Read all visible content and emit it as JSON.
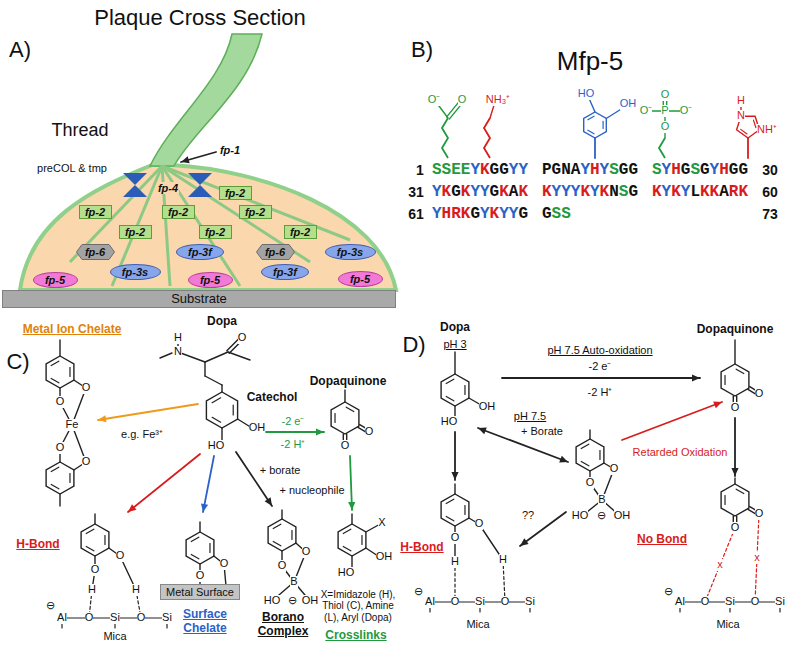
{
  "diagram": {
    "nodes": [
      {
        "text": [
          "fp-2"
        ]
      },
      {
        "text": [
          "fp-2"
        ]
      },
      {
        "text": [
          "fp-2"
        ]
      },
      {
        "text": [
          "fp-2"
        ]
      },
      {
        "text": [
          "fp-2"
        ]
      },
      {
        "text": [
          "fp-2"
        ]
      },
      {
        "text": [
          "fp-2"
        ]
      },
      {
        "text": [
          "fp-6"
        ]
      },
      {
        "text": [
          "fp-3f"
        ]
      },
      {
        "text": [
          "fp-6"
        ]
      },
      {
        "text": [
          "fp-3s"
        ]
      },
      {
        "text": [
          "fp-5"
        ]
      },
      {
        "text": [
          "fp-3s"
        ]
      },
      {
        "text": [
          "fp-5"
        ]
      },
      {
        "text": [
          "fp-3f"
        ]
      },
      {
        "text": [
          "fp-5"
        ]
      },
      {
        "text": [
          "Substrate"
        ]
      },
      {
        "text": [
          "Metal Surface"
        ]
      }
    ],
    "labels": [
      "Plaque Cross Section",
      "A)",
      "Thread",
      "preCOL & tmp",
      "fp-4",
      "fp-1",
      "B)",
      "Mfp-5",
      "O⁻",
      "O",
      "NH₃⁺",
      "HO",
      "OH",
      "O",
      "O⁻",
      "P",
      "O⁻",
      "O",
      "H",
      "N",
      "NH⁺",
      "1",
      "SSEEYKGGYY",
      "PGNAYHYSGG",
      "SYHGSGYHGG",
      "30",
      "31",
      "YKGKYYGKAK",
      "KYYYKYKNSG",
      "KYKYLKKARK",
      "60",
      "61",
      "YHRKGYKYYG",
      "GSS",
      "73",
      "C)",
      "Metal Ion Chelate",
      "Dopa",
      "H",
      "N",
      "O",
      "Catechol",
      "HO",
      "OH",
      "e.g. Fe³⁺",
      "O",
      "O",
      "Fe",
      "O",
      "O",
      "-2 e⁻",
      "-2 H⁺",
      "Dopaquinone",
      "O",
      "O",
      "H-Bond",
      "O",
      "O",
      "H",
      "H",
      "⊖",
      "Al",
      "O",
      "Si",
      "O",
      "Si",
      "Mica",
      "O",
      "O",
      "Surface Chelate",
      "+ borate",
      "O",
      "O",
      "B",
      "HO",
      "⊖",
      "OH",
      "Borano Complex",
      "+ nucleophile",
      "X",
      "HO",
      "OH",
      "X=Imidazole (H), Thiol (C), Amine (L), Aryl (Dopa)",
      "Crosslinks",
      "D)",
      "Dopa",
      "pH 3",
      "HO",
      "OH",
      "pH 7.5 Auto-oxidation",
      "-2 e⁻",
      "-2 H⁺",
      "Dopaquinone",
      "O",
      "O",
      "pH 7.5",
      "+ Borate",
      "O",
      "O",
      "B",
      "HO",
      "⊖",
      "OH",
      "Retarded Oxidation",
      "H-Bond",
      "O",
      "O",
      "H",
      "H",
      "??",
      "⊖",
      "Al",
      "O",
      "Si",
      "O",
      "Si",
      "Mica",
      "No Bond",
      "O",
      "O",
      "x",
      "x",
      "⊖",
      "Al",
      "O",
      "Si",
      "O",
      "Si",
      "Mica"
    ]
  }
}
